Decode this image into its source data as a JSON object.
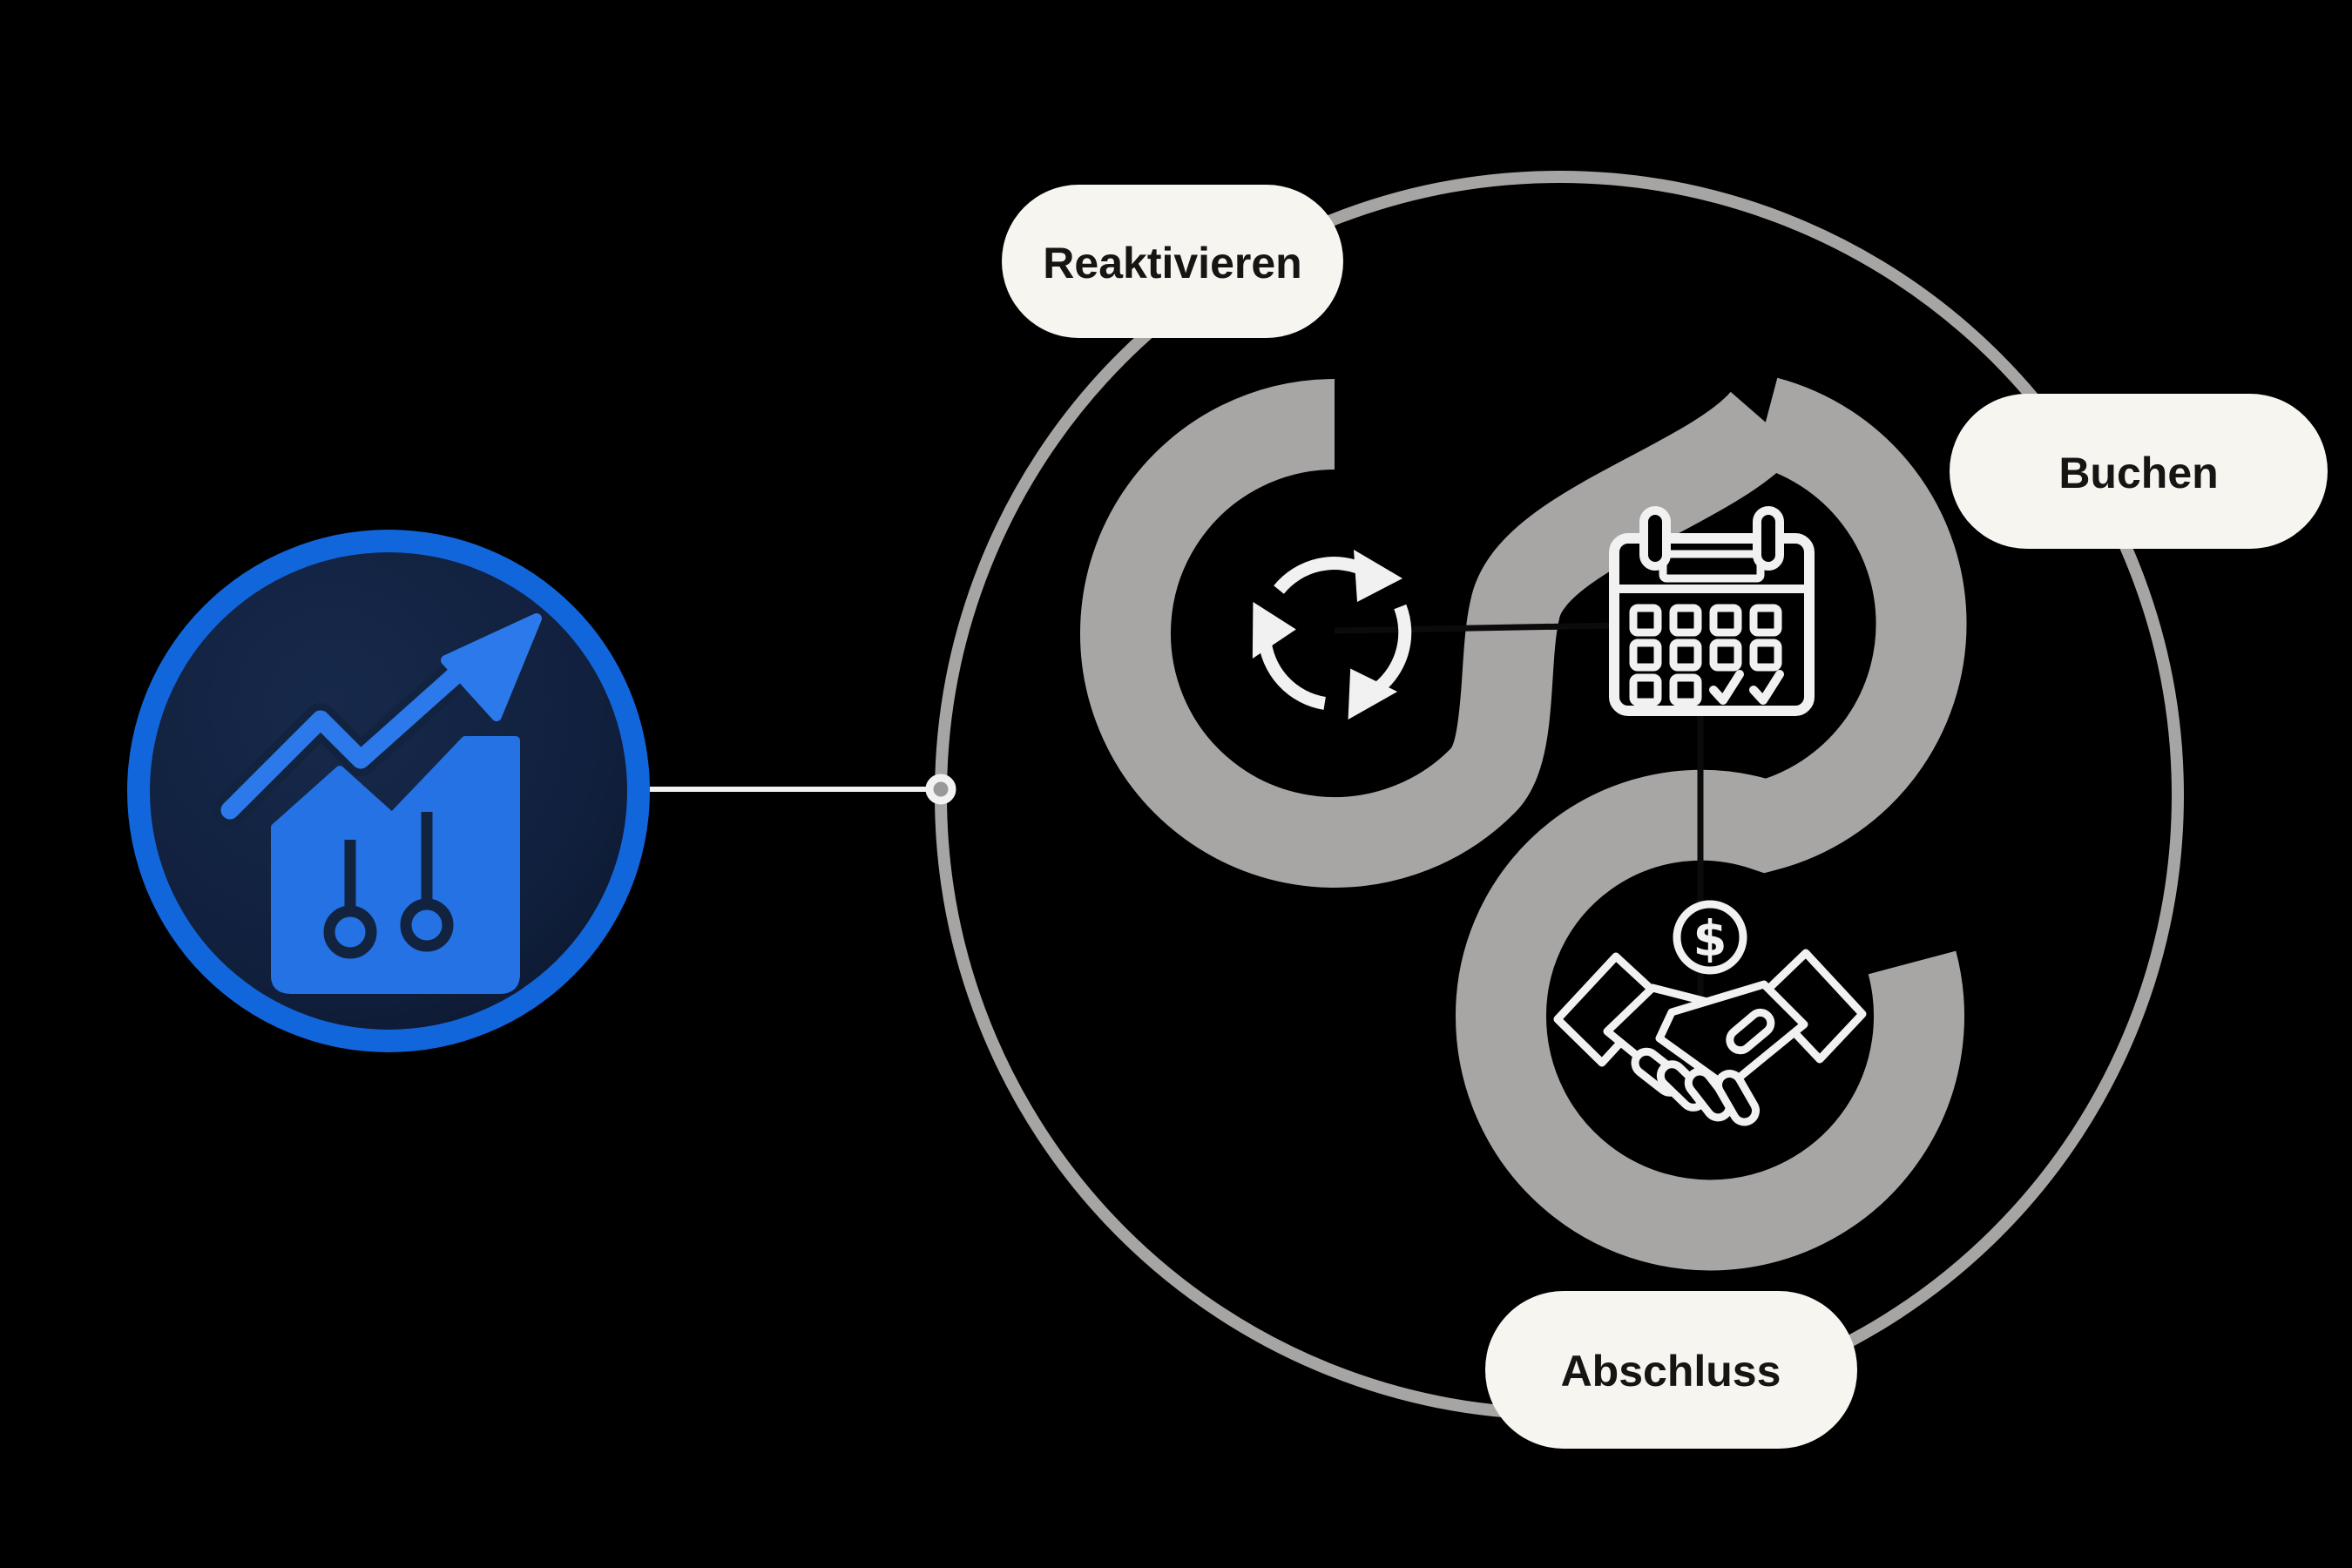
{
  "diagram": {
    "title": "customer-lifecycle-diagram",
    "labels": {
      "reaktivieren": "Reaktivieren",
      "buchen": "Buchen",
      "abschluss": "Abschluss"
    },
    "icons": {
      "badge": "growth-chart-icon",
      "stage_top_left": "recycle-icon",
      "stage_top_right": "calendar-check-icon",
      "stage_bottom": "handshake-dollar-icon"
    },
    "coin_symbol": "$",
    "colors": {
      "background": "#000000",
      "band_gray": "#a8a5a5",
      "outer_ring_gray": "#a7a4a4",
      "pill_background": "#f6f5f0",
      "pill_text": "#161514",
      "icon_stroke_white": "#f2f1f1",
      "badge_ring_blue": "#1266dc",
      "badge_fill_navy": "#122340",
      "badge_icon_blue": "#2472e3",
      "connector_white": "#f2f2f2"
    }
  }
}
